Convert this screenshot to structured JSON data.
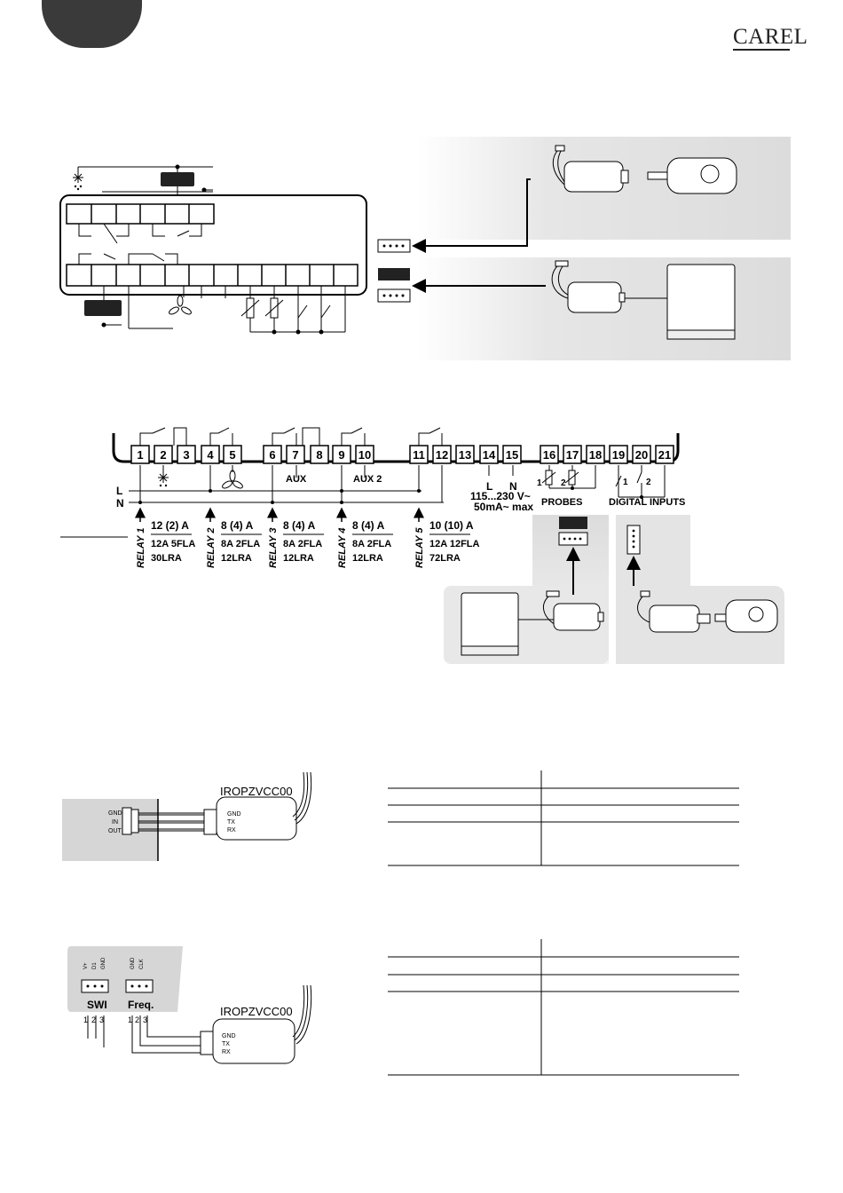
{
  "header": {
    "brand_logo": "CAREL"
  },
  "terminals": {
    "numbers": [
      "1",
      "2",
      "3",
      "4",
      "5",
      "6",
      "7",
      "8",
      "9",
      "10",
      "11",
      "12",
      "13",
      "14",
      "15",
      "16",
      "17",
      "18",
      "19",
      "20",
      "21"
    ],
    "aux_label": "AUX",
    "aux2_label": "AUX 2",
    "line_labels": [
      "L",
      "N"
    ],
    "supply_L": "L",
    "supply_N": "N",
    "supply_voltage": "115...230 V~",
    "supply_current": "50mA~ max",
    "probes_label": "PROBES",
    "probe_1": "1",
    "probe_2": "2",
    "digital_inputs_label": "DIGITAL INPUTS",
    "di_1": "1",
    "di_2": "2"
  },
  "relays": [
    {
      "name": "RELAY 1",
      "rating": "12 (2) A",
      "fla": "12A 5FLA",
      "lra": "30LRA"
    },
    {
      "name": "RELAY 2",
      "rating": "8 (4) A",
      "fla": "8A 2FLA",
      "lra": "12LRA"
    },
    {
      "name": "RELAY 3",
      "rating": "8 (4) A",
      "fla": "8A 2FLA",
      "lra": "12LRA"
    },
    {
      "name": "RELAY 4",
      "rating": "8 (4) A",
      "fla": "8A 2FLA",
      "lra": "12LRA"
    },
    {
      "name": "RELAY 5",
      "rating": "10 (10) A",
      "fla": "12A 12FLA",
      "lra": "72LRA"
    }
  ],
  "converter_1": {
    "model": "IROPZVCC00",
    "device_pins": [
      "GND",
      "IN",
      "OUT"
    ],
    "converter_pins": [
      "GND",
      "TX",
      "RX"
    ]
  },
  "converter_2": {
    "model": "IROPZVCC00",
    "swi_label": "SWI",
    "swi_pins": [
      "V+",
      "D1",
      "GND"
    ],
    "swi_numbers": [
      "1",
      "2",
      "3"
    ],
    "freq_label": "Freq.",
    "freq_pins": [
      "GND",
      "CLK"
    ],
    "freq_numbers": [
      "1",
      "2",
      "3"
    ],
    "converter_pins": [
      "GND",
      "TX",
      "RX"
    ]
  }
}
